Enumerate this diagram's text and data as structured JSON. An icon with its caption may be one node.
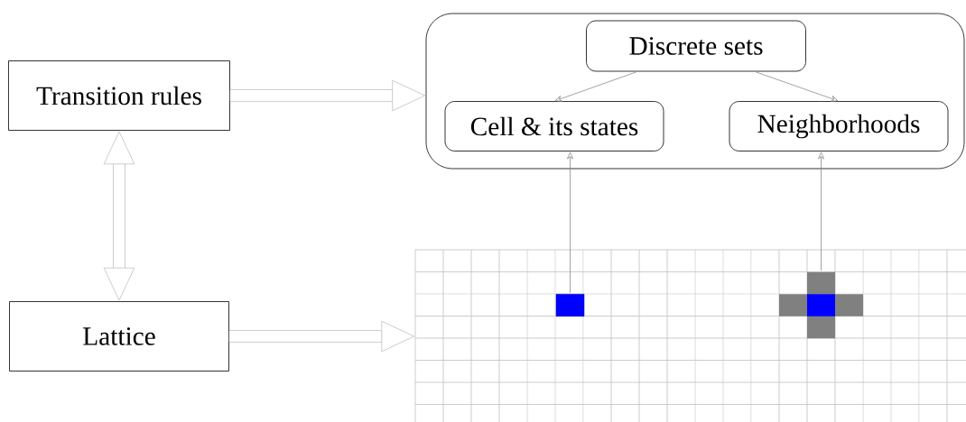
{
  "diagram": {
    "nodes": [
      {
        "text": [
          "Transition rules"
        ]
      },
      {
        "text": [
          "Lattice"
        ]
      },
      {
        "text": [],
        "shape": "box"
      },
      {
        "text": [
          "Discrete sets"
        ],
        "in": 2
      },
      {
        "text": [
          "Cell & its states"
        ],
        "in": 2
      },
      {
        "text": [
          "Neighborhoods"
        ],
        "in": 2
      },
      {
        "text": [],
        "shape": "grid"
      },
      {
        "text": [],
        "shape": "box",
        "in": 6
      },
      {
        "text": [],
        "shape": "cross",
        "in": 6
      }
    ],
    "edges": [
      {
        "from": 0,
        "to": 2,
        "arrow": "to",
        "style": "thick",
        "color": "#c0c0c0"
      },
      {
        "from": 0,
        "to": 1,
        "arrow": "both",
        "style": "thick",
        "color": "#c0c0c0"
      },
      {
        "from": 1,
        "to": 6,
        "arrow": "to",
        "style": "thick",
        "color": "#c0c0c0"
      },
      {
        "from": 3,
        "to": 4,
        "arrow": "to"
      },
      {
        "from": 3,
        "to": 5,
        "arrow": "to"
      },
      {
        "from": 7,
        "to": 4,
        "arrow": "to"
      },
      {
        "from": 8,
        "to": 5,
        "arrow": "to"
      }
    ]
  }
}
